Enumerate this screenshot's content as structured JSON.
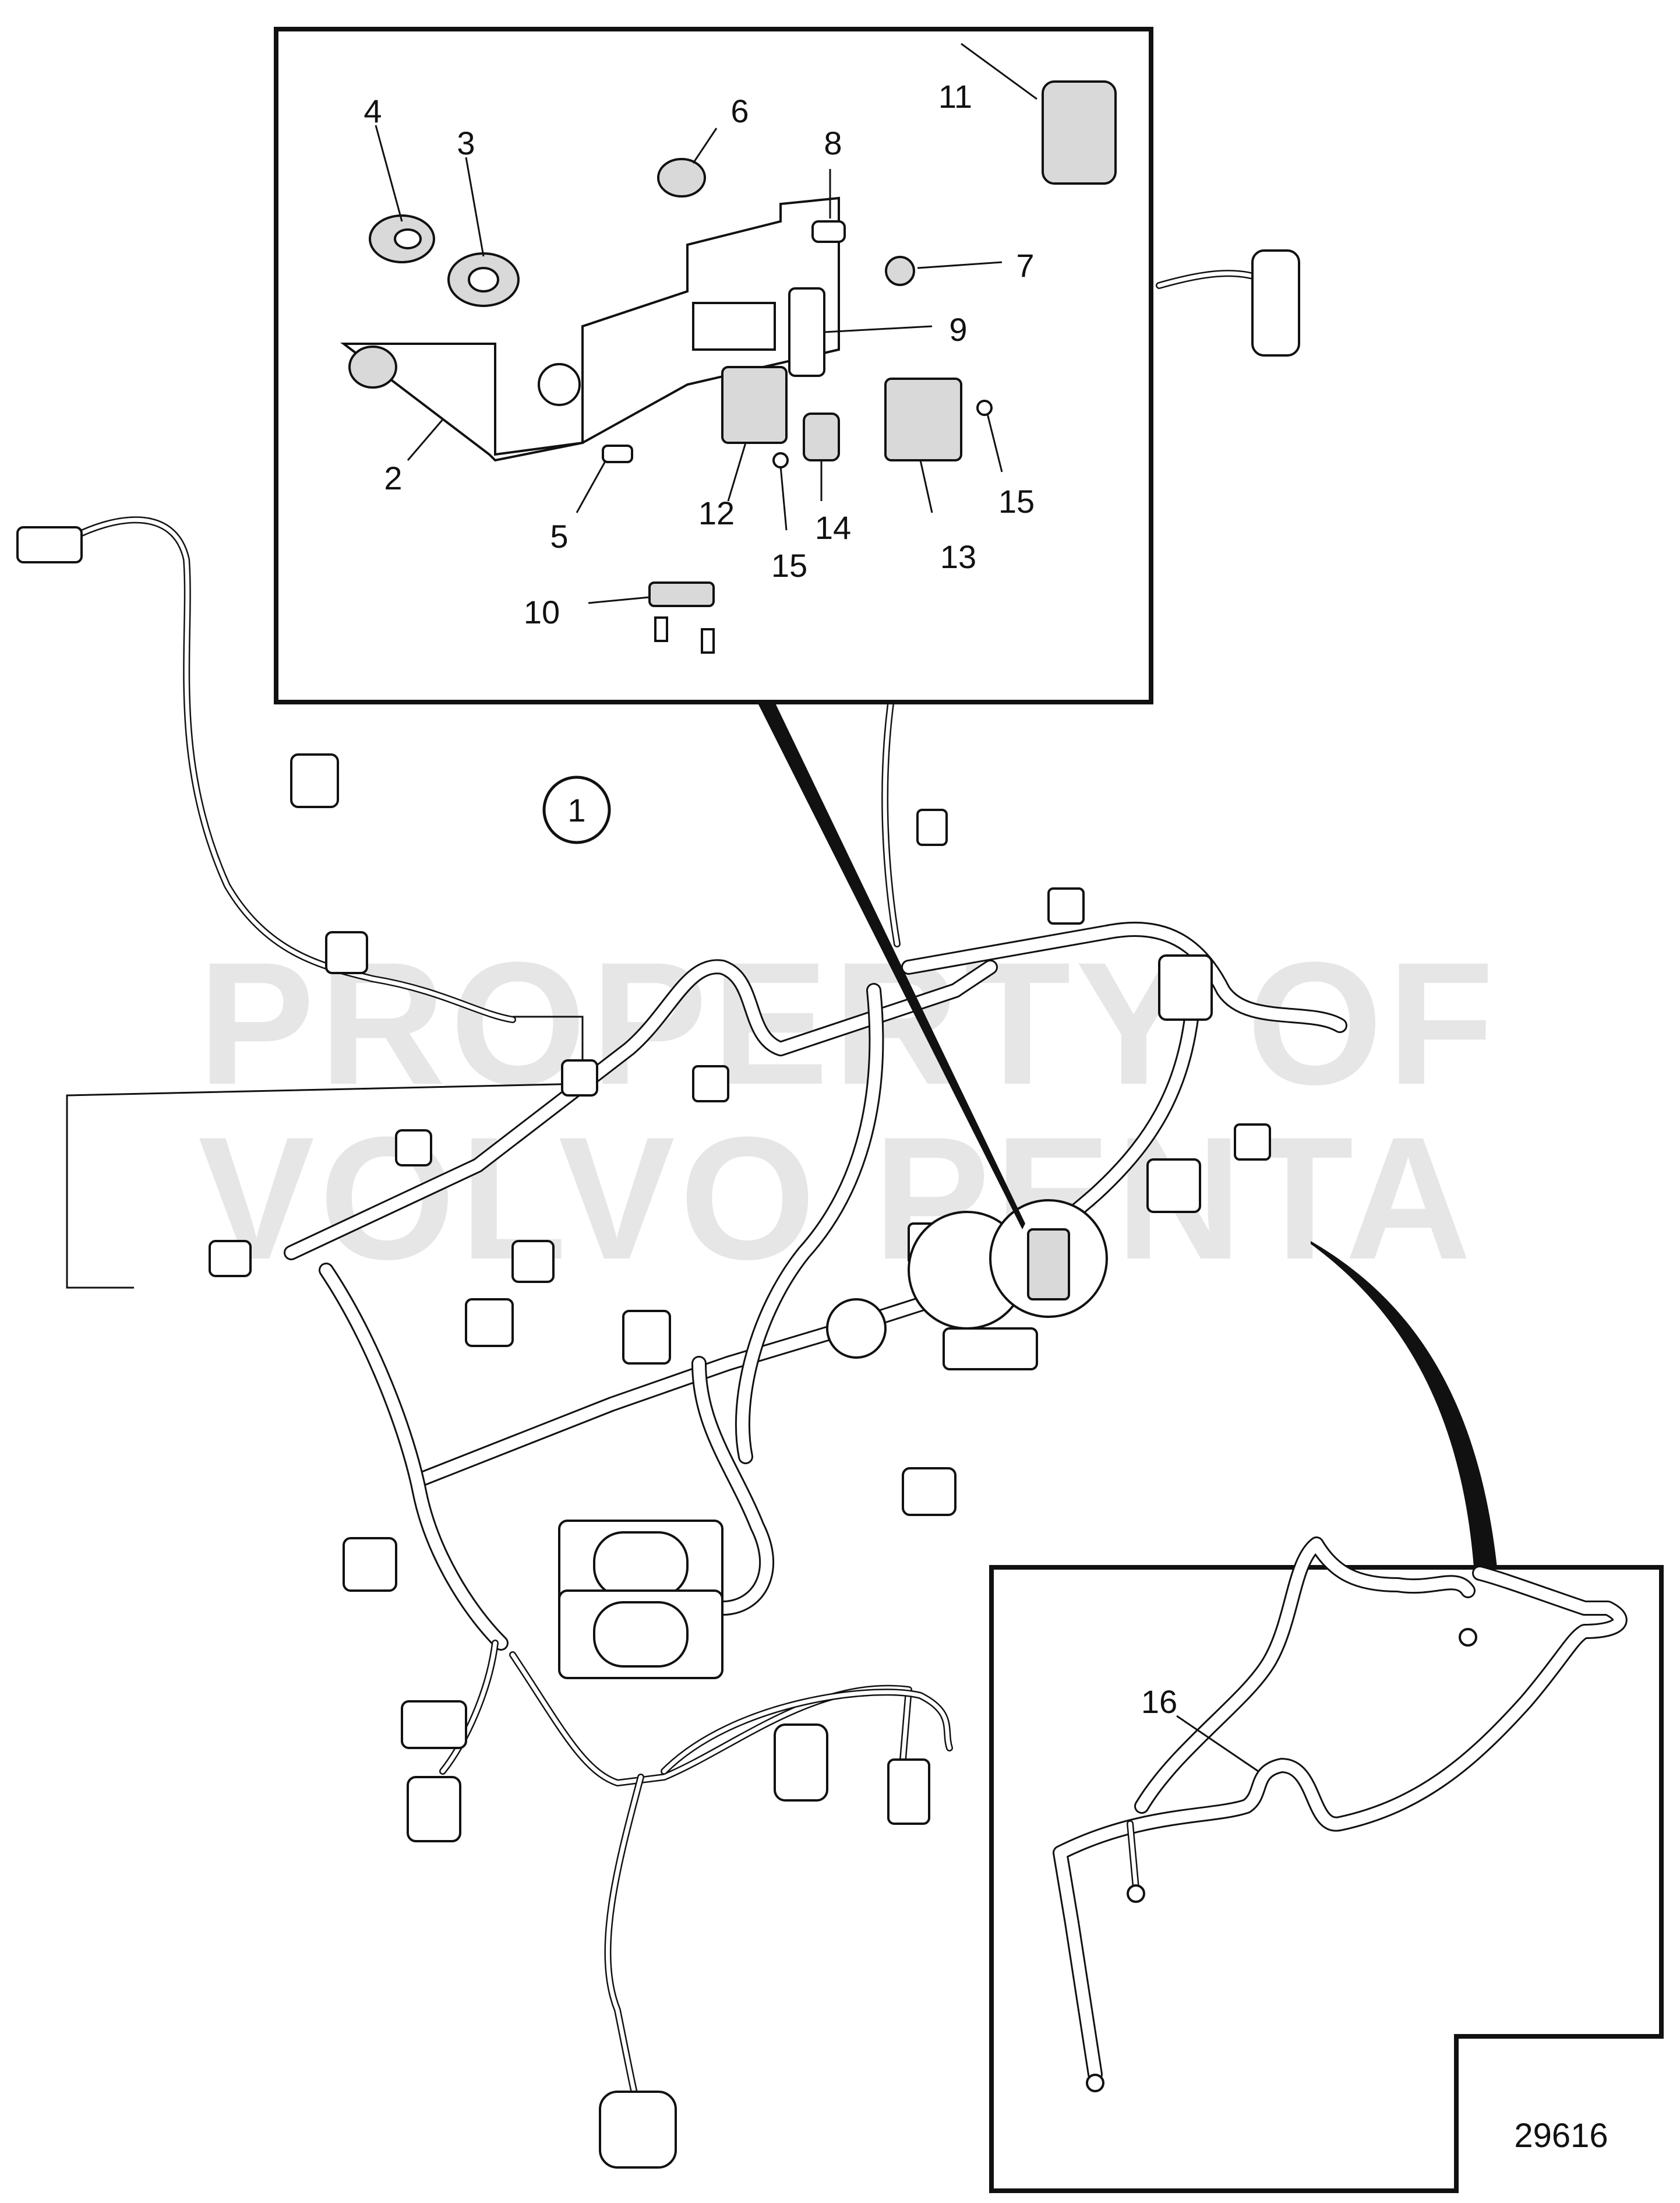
{
  "watermark": {
    "line1": "PROPERTY OF",
    "line2": "VOLVO PENTA"
  },
  "document_number": "29616",
  "callouts": {
    "c1": "1",
    "c2": "2",
    "c3": "3",
    "c4": "4",
    "c5": "5",
    "c6": "6",
    "c7": "7",
    "c8": "8",
    "c9": "9",
    "c10": "10",
    "c11": "11",
    "c12": "12",
    "c13": "13",
    "c14": "14",
    "c15a": "15",
    "c15b": "15",
    "c16": "16"
  }
}
